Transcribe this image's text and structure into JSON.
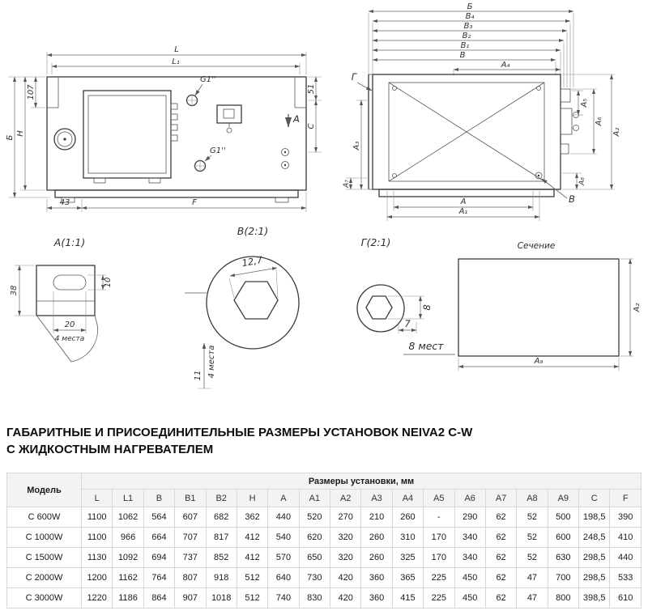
{
  "title": {
    "line1": "ГАБАРИТНЫЕ И ПРИСОЕДИНИТЕЛЬНЫЕ РАЗМЕРЫ УСТАНОВОК NEIVA2 C-W",
    "line2": "С ЖИДКОСТНЫМ НАГРЕВАТЕЛЕМ"
  },
  "drawings": {
    "front": {
      "L": "L",
      "L1": "L₁",
      "d107": "107",
      "B_cyr": "Б",
      "H": "H",
      "g1_top": "G1''",
      "g1_bottom": "G1''",
      "d43": "43",
      "F": "F",
      "d51": "51",
      "C": "C",
      "sectionA": "A"
    },
    "top": {
      "B_cyr": "Б",
      "B4": "B₄",
      "B3": "B₃",
      "B2": "B₂",
      "B1": "B₁",
      "B": "B",
      "G": "Г",
      "A4": "A₄",
      "A5": "A₅",
      "A6": "A₆",
      "A2": "A₂",
      "A3": "A₃",
      "A7": "A₇",
      "A": "A",
      "A1": "A₁",
      "B_leader": "B",
      "A8": "A₈"
    },
    "detail_a": {
      "title": "А(1:1)",
      "d38": "38",
      "d10": "10",
      "d20": "20",
      "places": "4 места"
    },
    "detail_b": {
      "title": "В(2:1)",
      "d127": "12,7",
      "d11": "11",
      "places": "4 места"
    },
    "detail_g": {
      "title": "Г(2:1)",
      "d8": "8",
      "d7": "7",
      "places": "8 мест"
    },
    "section": {
      "title": "Сечение",
      "A2": "A₂",
      "A9": "A₉"
    }
  },
  "table": {
    "model_header": "Модель",
    "group_header": "Размеры установки, мм",
    "columns": [
      "L",
      "L1",
      "B",
      "B1",
      "B2",
      "H",
      "A",
      "A1",
      "A2",
      "A3",
      "A4",
      "A5",
      "A6",
      "A7",
      "A8",
      "A9",
      "C",
      "F"
    ],
    "rows": [
      {
        "model": "C 600W",
        "values": [
          "1100",
          "1062",
          "564",
          "607",
          "682",
          "362",
          "440",
          "520",
          "270",
          "210",
          "260",
          "-",
          "290",
          "62",
          "52",
          "500",
          "198,5",
          "390"
        ]
      },
      {
        "model": "C 1000W",
        "values": [
          "1100",
          "966",
          "664",
          "707",
          "817",
          "412",
          "540",
          "620",
          "320",
          "260",
          "310",
          "170",
          "340",
          "62",
          "52",
          "600",
          "248,5",
          "410"
        ]
      },
      {
        "model": "C 1500W",
        "values": [
          "1130",
          "1092",
          "694",
          "737",
          "852",
          "412",
          "570",
          "650",
          "320",
          "260",
          "325",
          "170",
          "340",
          "62",
          "52",
          "630",
          "298,5",
          "440"
        ]
      },
      {
        "model": "C 2000W",
        "values": [
          "1200",
          "1162",
          "764",
          "807",
          "918",
          "512",
          "640",
          "730",
          "420",
          "360",
          "365",
          "225",
          "450",
          "62",
          "47",
          "700",
          "298,5",
          "533"
        ]
      },
      {
        "model": "C 3000W",
        "values": [
          "1220",
          "1186",
          "864",
          "907",
          "1018",
          "512",
          "740",
          "830",
          "420",
          "360",
          "415",
          "225",
          "450",
          "62",
          "47",
          "800",
          "398,5",
          "610"
        ]
      }
    ]
  }
}
